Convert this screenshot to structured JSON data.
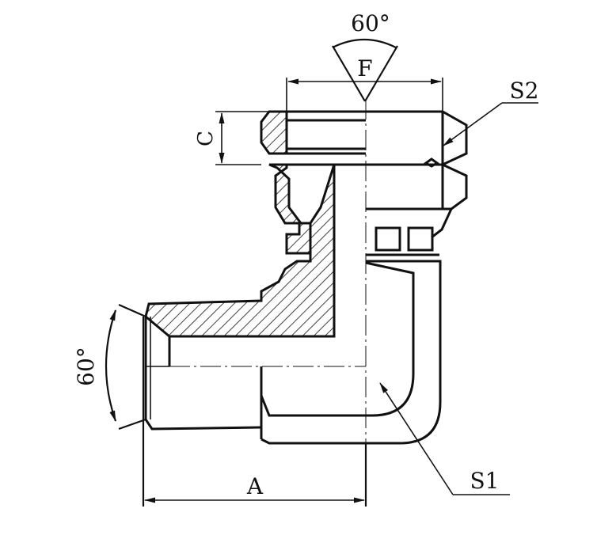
{
  "labels": {
    "angle_top": "60°",
    "dim_f": "F",
    "dim_c": "C",
    "dim_s2": "S2",
    "angle_left": "60°",
    "dim_a": "A",
    "dim_s1": "S1"
  },
  "colors": {
    "line": "#111111",
    "background": "#ffffff"
  }
}
